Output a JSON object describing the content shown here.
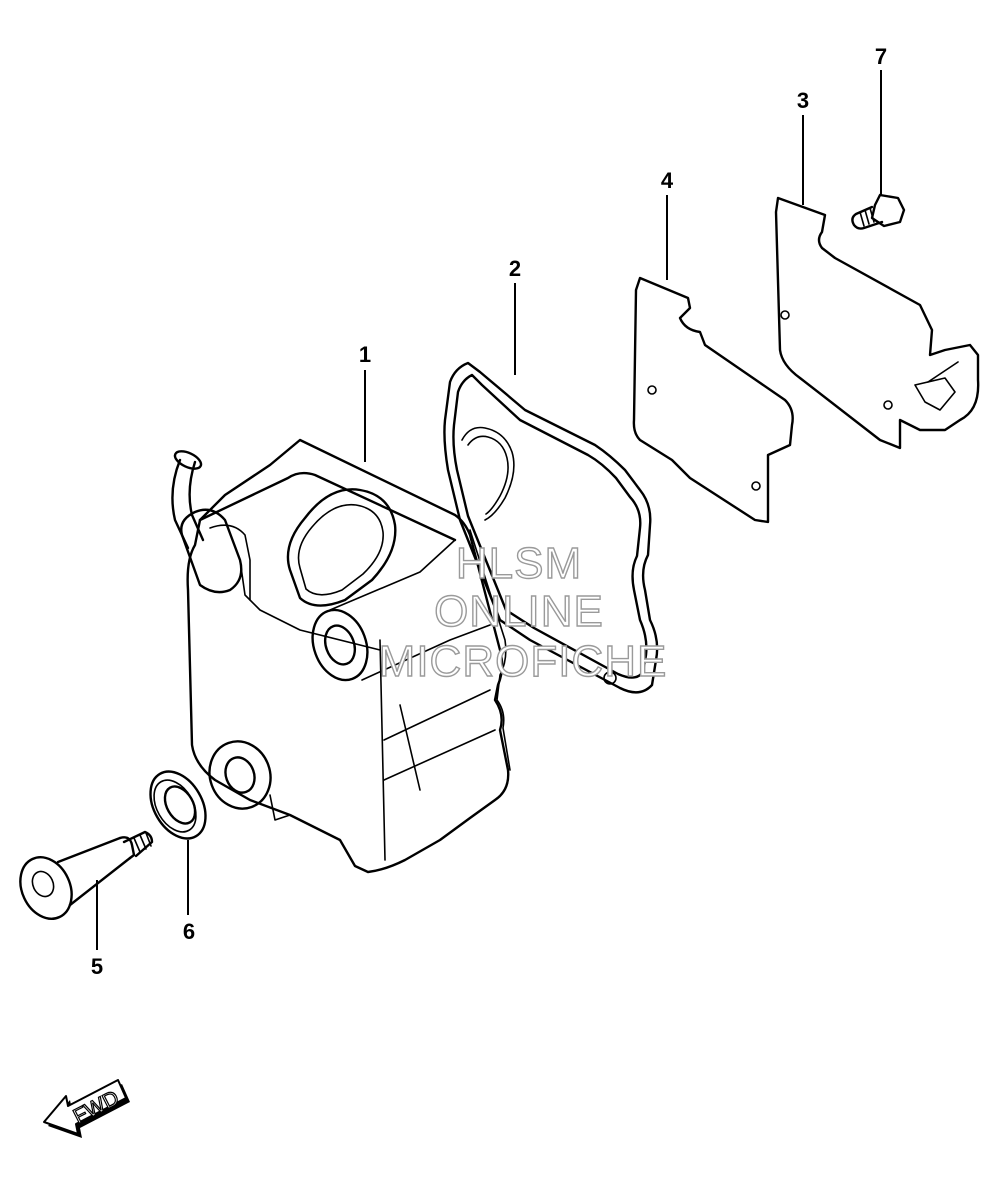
{
  "callouts": {
    "p1": "1",
    "p2": "2",
    "p3": "3",
    "p4": "4",
    "p5": "5",
    "p6": "6",
    "p7": "7"
  },
  "watermark": {
    "line1": "HLSM",
    "line2": "ONLINE",
    "line3": "MICROFICHE"
  },
  "direction_indicator": {
    "label": "FWD"
  },
  "colors": {
    "line": "#000000",
    "background": "#ffffff",
    "watermark_outline": "#9a9a9a"
  }
}
